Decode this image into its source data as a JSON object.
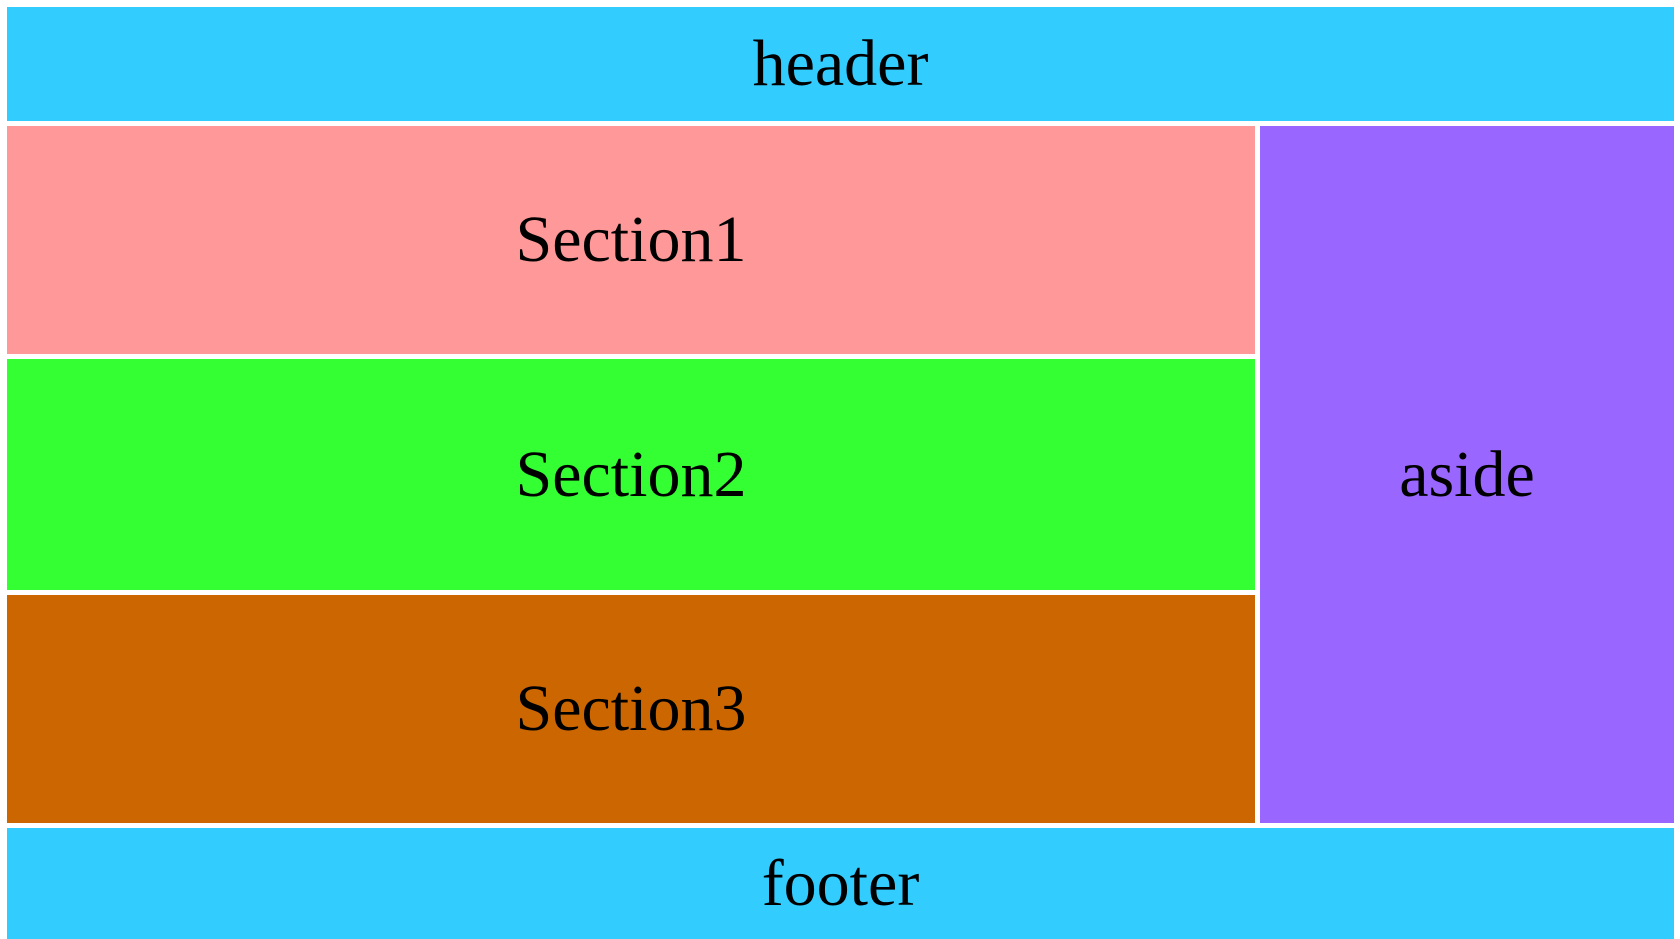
{
  "header": {
    "label": "header",
    "color": "#33CCFF"
  },
  "sections": [
    {
      "label": "Section1",
      "color": "#FF9999"
    },
    {
      "label": "Section2",
      "color": "#33FF33"
    },
    {
      "label": "Section3",
      "color": "#CC6600"
    }
  ],
  "aside": {
    "label": "aside",
    "color": "#9966FF"
  },
  "footer": {
    "label": "footer",
    "color": "#33CCFF"
  }
}
